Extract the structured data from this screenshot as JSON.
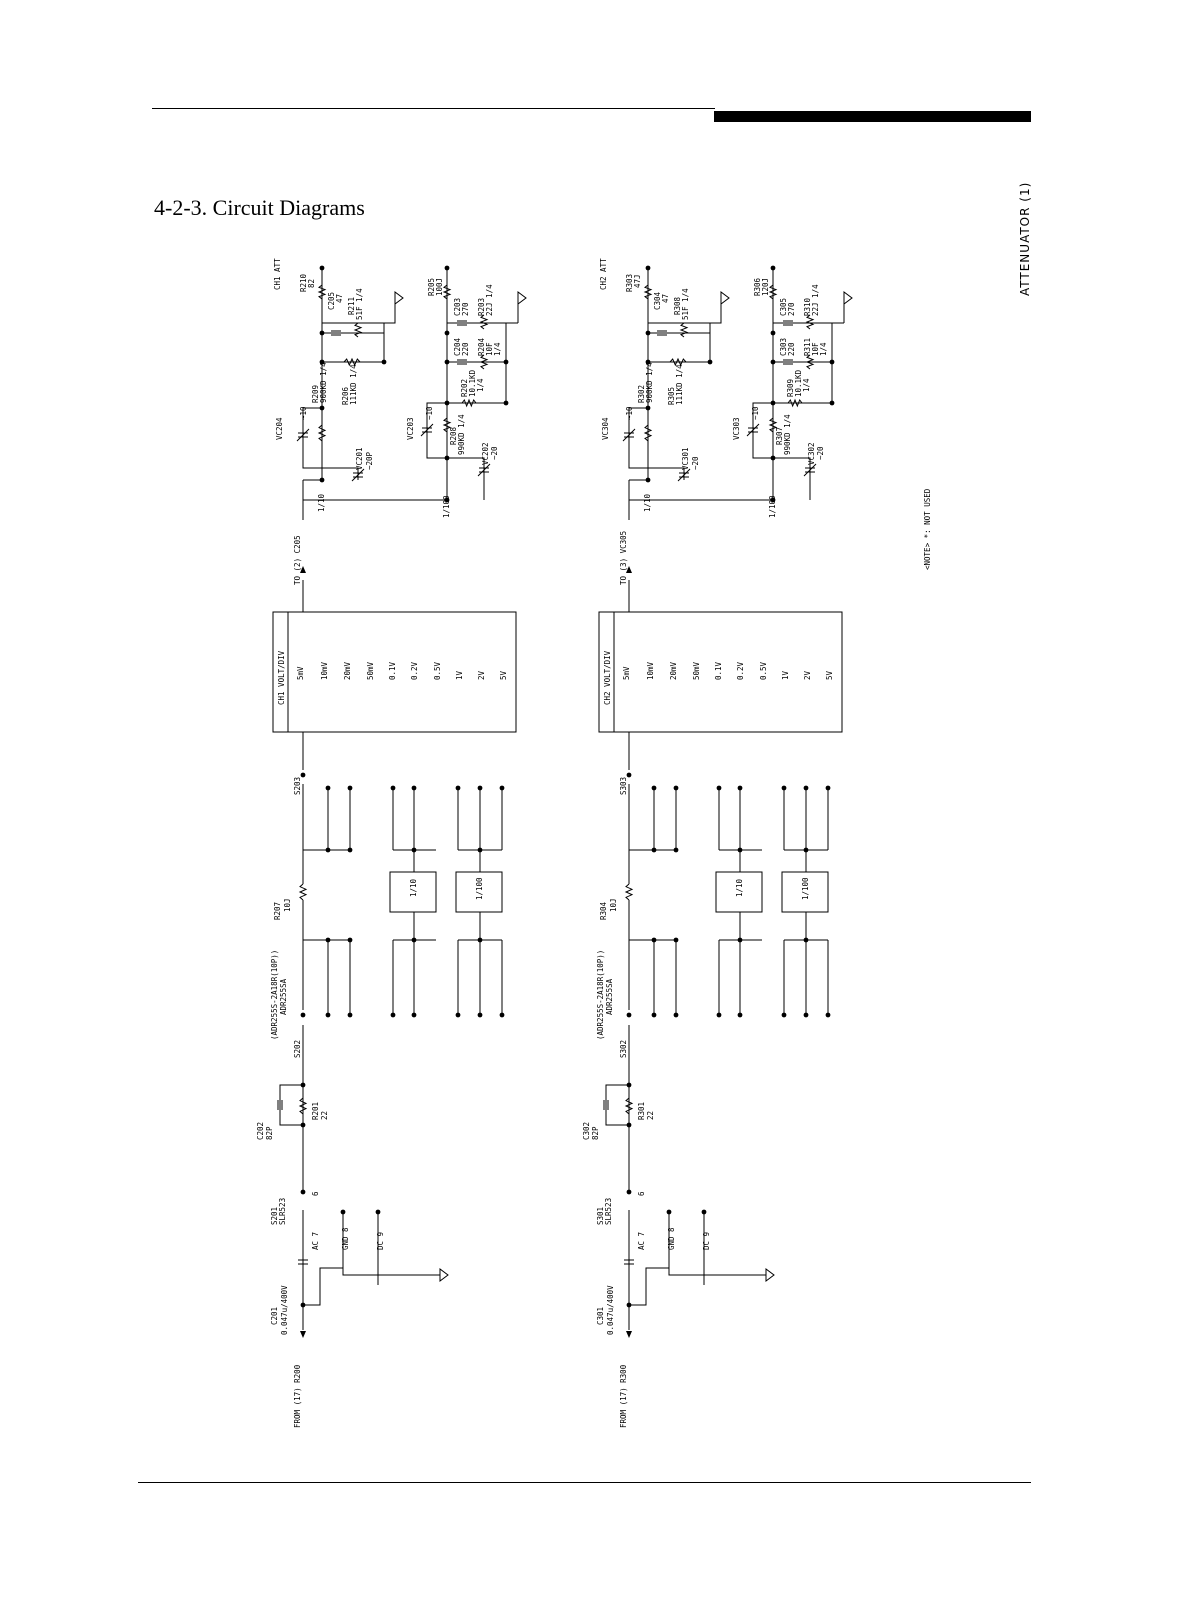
{
  "header": {
    "section_title": "4-2-3.  Circuit Diagrams"
  },
  "side_label": "ATTENUATOR (1)",
  "note": "<NOTE> *: NOT USED",
  "channels": [
    {
      "from": "FROM (17)  R200",
      "c_in": "C201",
      "c_in_val": "0.047u/400V",
      "sw_in": "S201",
      "sw_in_part": "SLR523",
      "pin_ac": "AC  7",
      "pin_gnd": "GND 8",
      "pin_dc": "DC  9",
      "pin_6": "6",
      "c_sp": "C202",
      "c_sp_val": "82P",
      "r_in": "R201",
      "r_in_val": "22",
      "s_a": "S202",
      "s_a_part": "(ADR255S-2A18R(10P))",
      "s_a_part2": "ADR255SA",
      "r_mid": "R207",
      "r_mid_val": "10J",
      "blk_10": "1/10",
      "blk_100": "1/100",
      "s_b": "S203",
      "table_title": "CH1  VOLT/DIV",
      "volts": [
        "5mV",
        "10mV",
        "20mV",
        "50mV",
        "0.1V",
        "0.2V",
        "0.5V",
        "1V",
        "2V",
        "5V"
      ],
      "to": "TO (2)  C205",
      "att_title": "CH1 ATT",
      "div10": "1/10",
      "div100": "1/100",
      "vc_a": "VC204",
      "vc_a_val": "~10",
      "r_a": "R209",
      "r_a_val": "900KD 1/4",
      "vc_b": "VC201",
      "vc_b_val": "~20P",
      "r_b": "R206",
      "r_b_val": "111KD 1/4",
      "c_a": "C205",
      "c_a_val": "47",
      "r_c": "R210",
      "r_c_val": "82",
      "r_d": "R211",
      "r_d_val": "51F 1/4",
      "vc_c": "VC203",
      "vc_c_val": "~10",
      "r_e": "R208",
      "r_e_val": "990KD 1/4",
      "vc_d": "VC202",
      "vc_d_val": "~20",
      "r_f": "R202",
      "r_f_val": "10.1KD",
      "r_f_val2": "1/4",
      "c_b": "C204",
      "c_b_val": "220",
      "r_g": "R204",
      "r_g_val": "10F",
      "r_g_val2": "1/4",
      "c_c": "C203",
      "c_c_val": "270",
      "r_h": "R205",
      "r_h_val": "100J",
      "r_i": "R203",
      "r_i_val": "22J 1/4"
    },
    {
      "from": "FROM (17)  R300",
      "c_in": "C301",
      "c_in_val": "0.047u/400V",
      "sw_in": "S301",
      "sw_in_part": "SLR523",
      "pin_ac": "AC  7",
      "pin_gnd": "GND 8",
      "pin_dc": "DC  9",
      "pin_6": "6",
      "c_sp": "C302",
      "c_sp_val": "82P",
      "r_in": "R301",
      "r_in_val": "22",
      "s_a": "S302",
      "s_a_part": "(ADR255S-2A18R(10P))",
      "s_a_part2": "ADR255SA",
      "r_mid": "R304",
      "r_mid_val": "10J",
      "blk_10": "1/10",
      "blk_100": "1/100",
      "s_b": "S303",
      "table_title": "CH2  VOLT/DIV",
      "volts": [
        "5mV",
        "10mV",
        "20mV",
        "50mV",
        "0.1V",
        "0.2V",
        "0.5V",
        "1V",
        "2V",
        "5V"
      ],
      "to": "TO (3)  VC305",
      "att_title": "CH2 ATT",
      "div10": "1/10",
      "div100": "1/100",
      "vc_a": "VC304",
      "vc_a_val": "~10",
      "r_a": "R302",
      "r_a_val": "900KD 1/4",
      "vc_b": "VC301",
      "vc_b_val": "~20",
      "r_b": "R305",
      "r_b_val": "111KD 1/4",
      "c_a": "C304",
      "c_a_val": "47",
      "r_c": "R303",
      "r_c_val": "47J",
      "r_d": "R308",
      "r_d_val": "51F 1/4",
      "vc_c": "VC303",
      "vc_c_val": "~10",
      "r_e": "R307",
      "r_e_val": "990KD 1/4",
      "vc_d": "VC302",
      "vc_d_val": "~20",
      "r_f": "R309",
      "r_f_val": "10.1KD",
      "r_f_val2": "1/4",
      "c_b": "C303",
      "c_b_val": "220",
      "r_g": "R311",
      "r_g_val": "10F",
      "r_g_val2": "1/4",
      "c_c": "C305",
      "c_c_val": "270",
      "r_h": "R306",
      "r_h_val": "120J",
      "r_i": "R310",
      "r_i_val": "22J 1/4"
    }
  ]
}
